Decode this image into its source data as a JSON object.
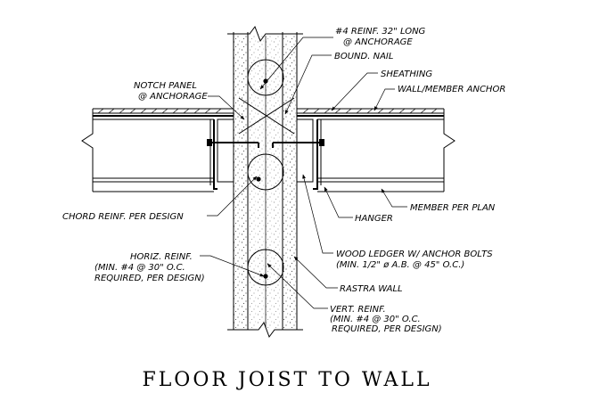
{
  "title": "FLOOR JOIST TO WALL",
  "labels": {
    "reinf_line1": "#4 REINF. 32\" LONG",
    "reinf_line2": "@ ANCHORAGE",
    "bound_nail": "BOUND. NAIL",
    "sheathing": "SHEATHING",
    "wall_member_anchor": "WALL/MEMBER ANCHOR",
    "notch_line1": "NOTCH PANEL",
    "notch_line2": "@ ANCHORAGE",
    "chord": "CHORD REINF. PER DESIGN",
    "member_per_plan": "MEMBER PER PLAN",
    "hanger": "HANGER",
    "ledger_line1": "WOOD LEDGER W/ ANCHOR BOLTS",
    "ledger_line2": "(MIN. 1/2\" ø A.B. @ 45\" O.C.)",
    "horiz_line1": "HORIZ. REINF.",
    "horiz_line2": "(MIN. #4 @ 30\" O.C.",
    "horiz_line3": "REQUIRED, PER DESIGN)",
    "rastra_wall": "RASTRA WALL",
    "vert_line1": "VERT. REINF.",
    "vert_line2": "(MIN. #4 @ 30\" O.C.",
    "vert_line3": "REQUIRED, PER DESIGN)"
  }
}
